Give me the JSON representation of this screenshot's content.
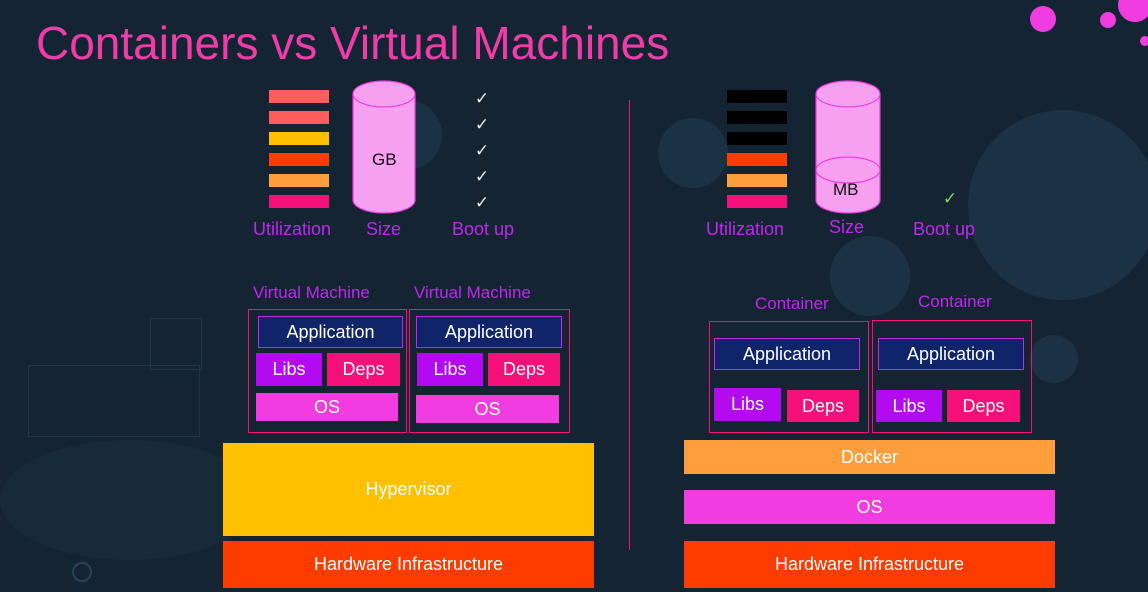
{
  "title": "Containers vs Virtual Machines",
  "colors": {
    "background": "#142433",
    "title": "#f03ca8",
    "label": "#c026f0",
    "hypervisor": "#ffc000",
    "hardware": "#ff3c00",
    "docker": "#ff9e3c",
    "os_layer": "#f03ce0",
    "cylinder": "#f7a0f0"
  },
  "vm_side": {
    "utilization_colors": [
      "#ff5c5c",
      "#ff5c5c",
      "#ffc000",
      "#ff3c00",
      "#ff9e3c",
      "#f5107a"
    ],
    "size_unit": "GB",
    "checks": [
      "✓",
      "✓",
      "✓",
      "✓",
      "✓"
    ],
    "labels": {
      "utilization": "Utilization",
      "size": "Size",
      "boot": "Boot up"
    },
    "machines": [
      {
        "title": "Virtual Machine",
        "app": "Application",
        "libs": "Libs",
        "deps": "Deps",
        "os": "OS"
      },
      {
        "title": "Virtual Machine",
        "app": "Application",
        "libs": "Libs",
        "deps": "Deps",
        "os": "OS"
      }
    ],
    "hypervisor": "Hypervisor",
    "hardware": "Hardware Infrastructure"
  },
  "container_side": {
    "utilization_colors": [
      "#000000",
      "#000000",
      "#000000",
      "#ff3c00",
      "#ff9e3c",
      "#f5107a"
    ],
    "size_unit": "MB",
    "checks": [
      "✓"
    ],
    "labels": {
      "utilization": "Utilization",
      "size": "Size",
      "boot": "Boot up"
    },
    "containers": [
      {
        "title": "Container",
        "app": "Application",
        "libs": "Libs",
        "deps": "Deps"
      },
      {
        "title": "Container",
        "app": "Application",
        "libs": "Libs",
        "deps": "Deps"
      }
    ],
    "docker": "Docker",
    "os": "OS",
    "hardware": "Hardware Infrastructure"
  }
}
